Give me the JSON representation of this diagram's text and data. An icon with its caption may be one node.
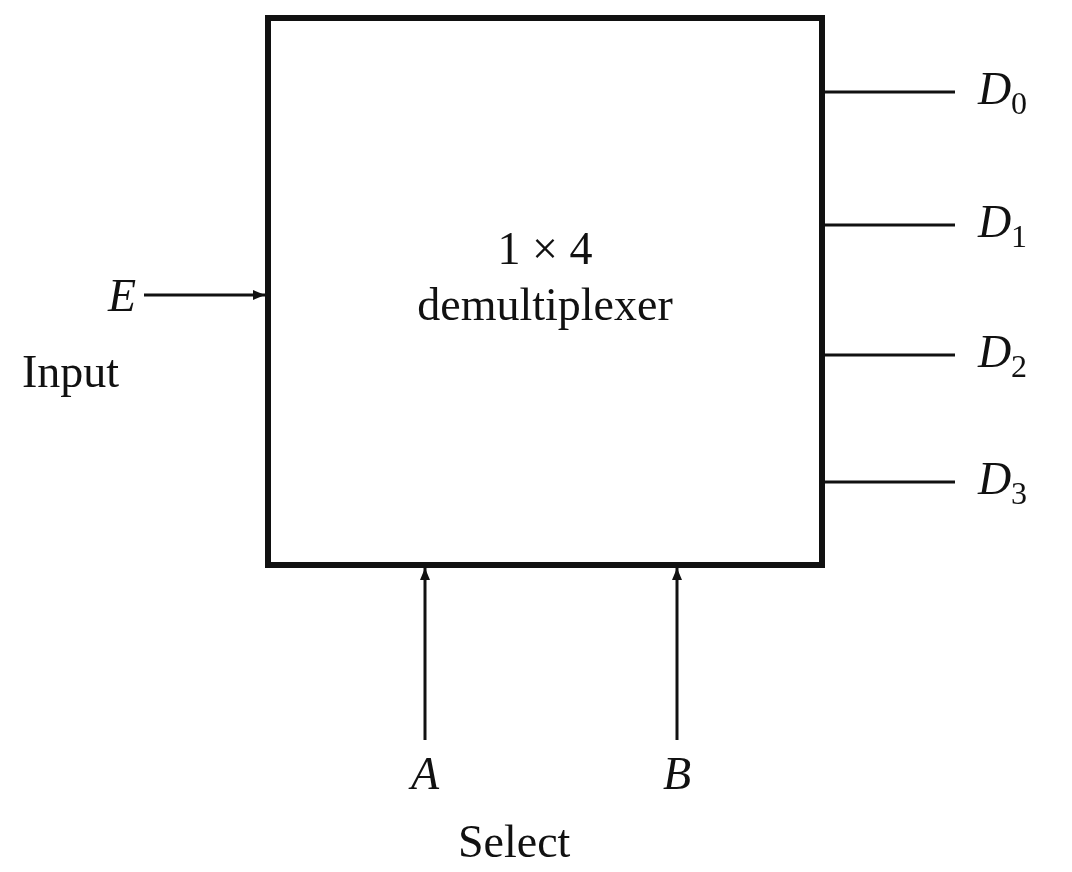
{
  "diagram": {
    "nodes": [
      {
        "text": [
          "1 × 4 demultiplexer"
        ]
      },
      {
        "text": [
          "E"
        ],
        "beside": [
          "Input"
        ]
      },
      {
        "text": [
          "A"
        ]
      },
      {
        "text": [
          "B"
        ]
      },
      {
        "text": [
          "D$_{0}$"
        ]
      },
      {
        "text": [
          "D$_{1}$"
        ]
      },
      {
        "text": [
          "D$_{2}$"
        ]
      },
      {
        "text": [
          "D$_{3}$"
        ]
      }
    ],
    "edges": [
      {
        "from": 1,
        "to": 0,
        "arrow": "to"
      },
      {
        "from": 2,
        "to": 0,
        "arrow": "to"
      },
      {
        "from": 3,
        "to": 0,
        "arrow": "to"
      },
      {
        "from": 0,
        "to": 4,
        "arrow": "none"
      },
      {
        "from": 0,
        "to": 5,
        "arrow": "none"
      },
      {
        "from": 0,
        "to": 6,
        "arrow": "none"
      },
      {
        "from": 0,
        "to": 7,
        "arrow": "none"
      }
    ],
    "labels": [
      "Select"
    ]
  }
}
